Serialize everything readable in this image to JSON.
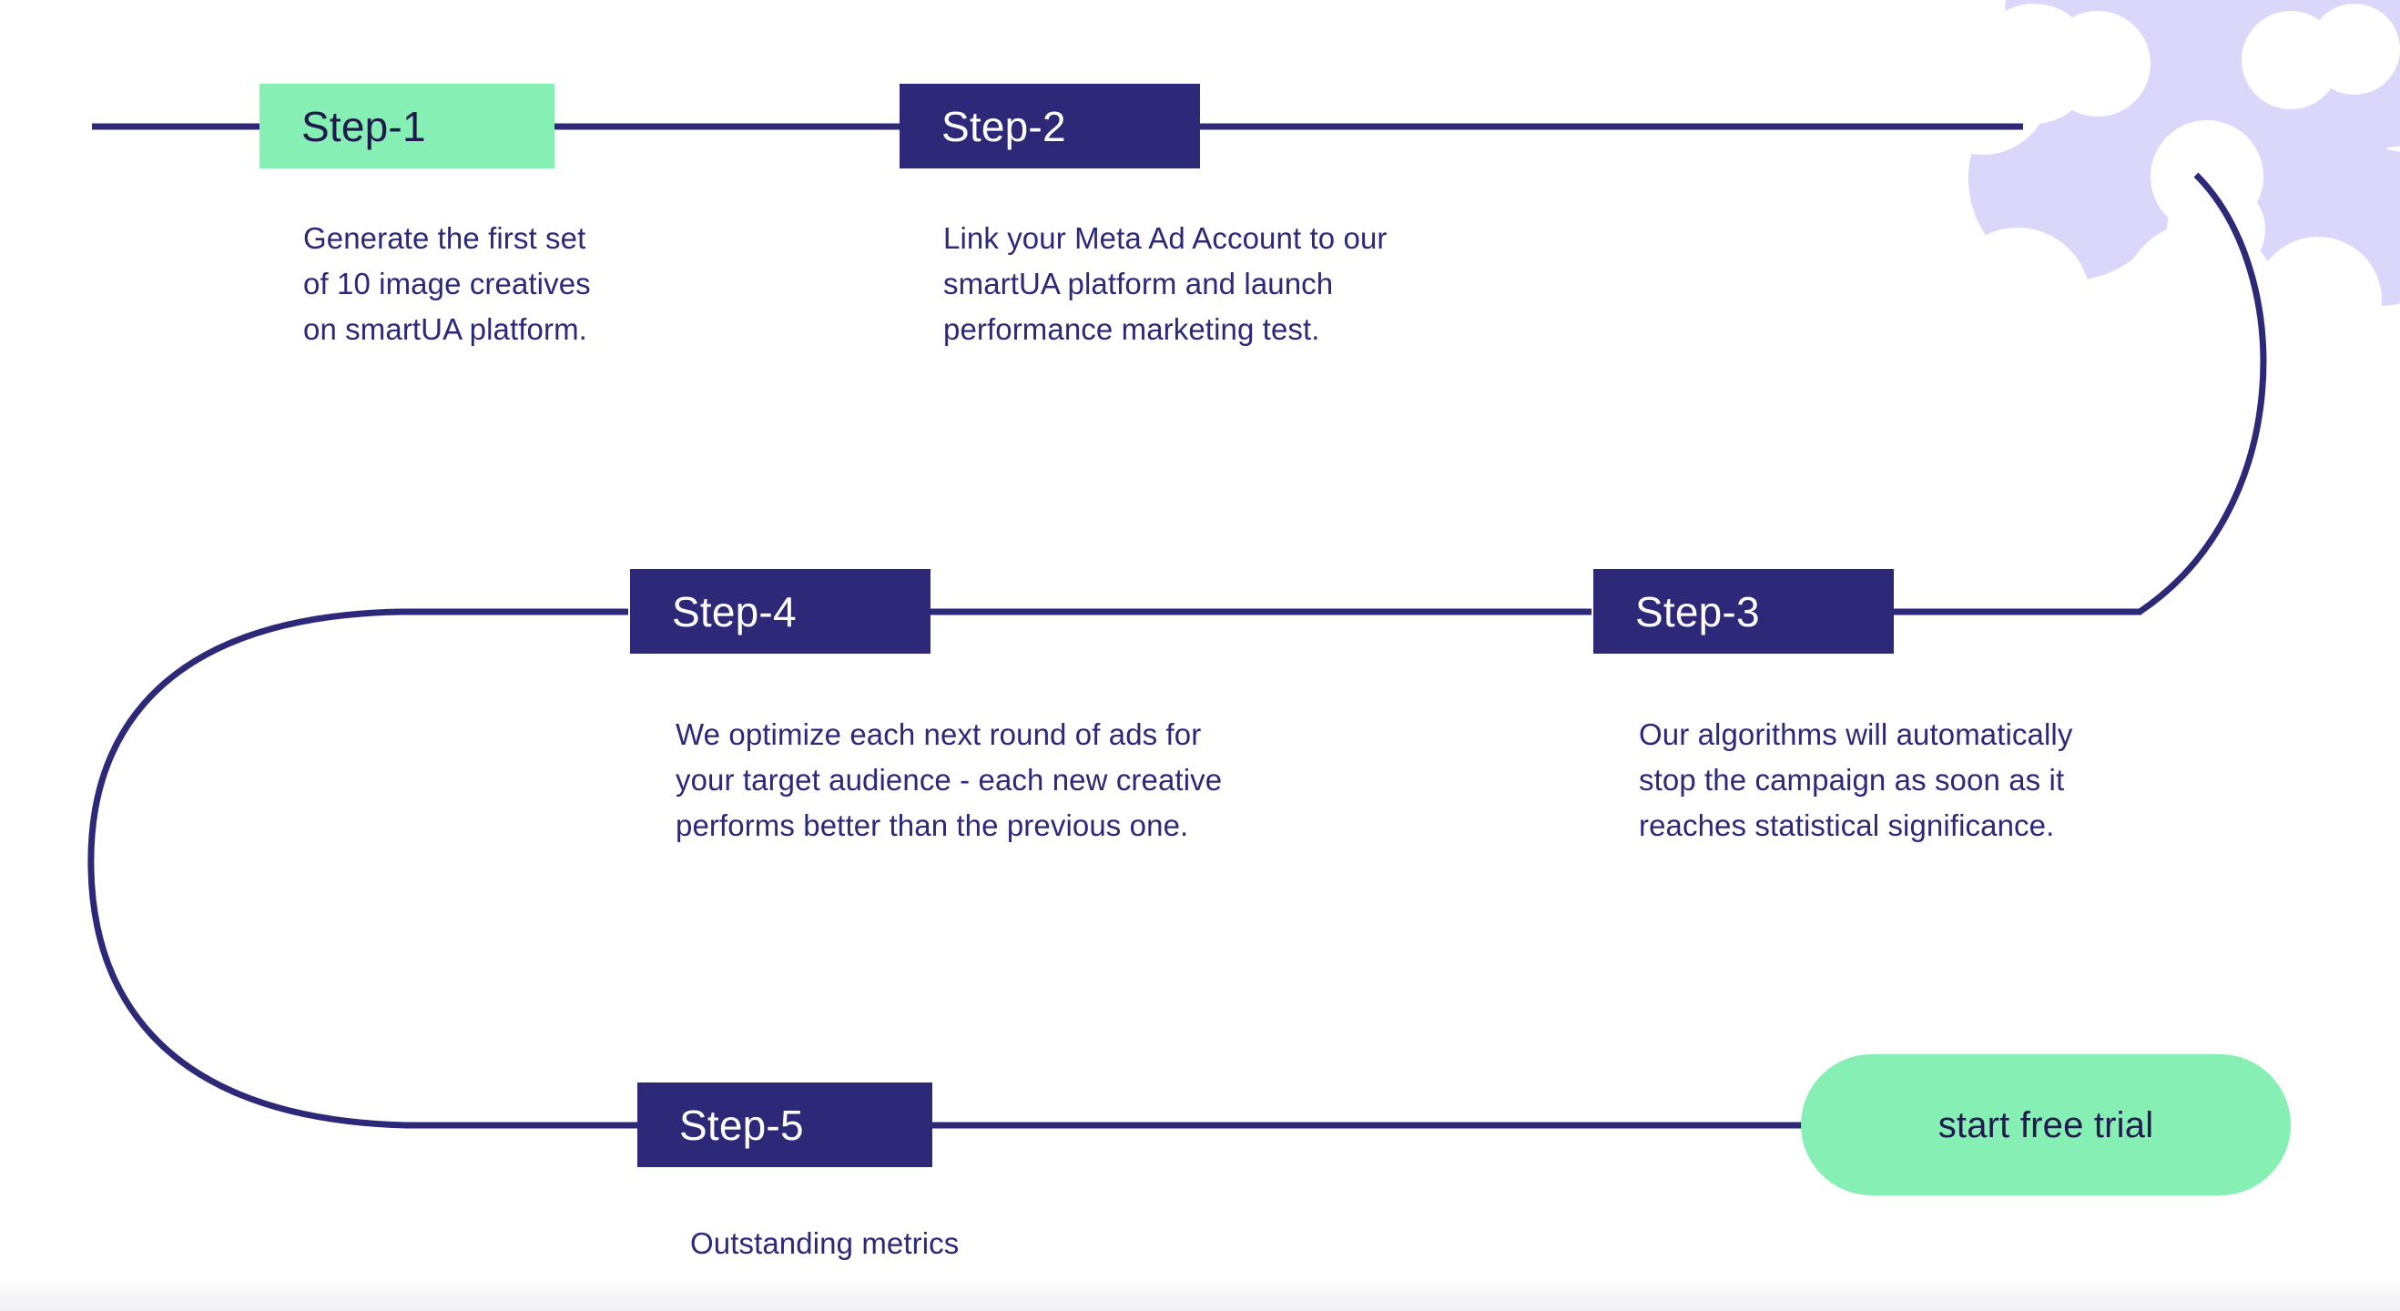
{
  "theme": {
    "background": "#ffffff",
    "navy": "#2d2878",
    "navy_text": "#2d2878",
    "dark_text": "#201a4d",
    "green": "#86efb3",
    "lavender": "#dad7fa",
    "white": "#ffffff",
    "bottom_band": "#f2f2f5"
  },
  "diagram": {
    "type": "serpentine-process-flow",
    "decor": {
      "blob_name": "lavender-splash-blob",
      "blob_color": "#dad7fa"
    },
    "steps": [
      {
        "id": "step-1",
        "label": "Step-1",
        "style": "light",
        "description": "Generate the first set\nof 10 image creatives\non smartUA platform."
      },
      {
        "id": "step-2",
        "label": "Step-2",
        "style": "dark",
        "description": "Link your Meta Ad Account to our\nsmartUA platform and launch\nperformance marketing test."
      },
      {
        "id": "step-3",
        "label": "Step-3",
        "style": "dark",
        "description": "Our algorithms will automatically\nstop the campaign as soon as it\nreaches statistical significance."
      },
      {
        "id": "step-4",
        "label": "Step-4",
        "style": "dark",
        "description": "We optimize each next round of ads for\nyour target audience - each new creative\nperforms better than the previous one."
      },
      {
        "id": "step-5",
        "label": "Step-5",
        "style": "dark",
        "description": "Outstanding metrics"
      }
    ],
    "cta": {
      "label": "start free trial"
    }
  }
}
